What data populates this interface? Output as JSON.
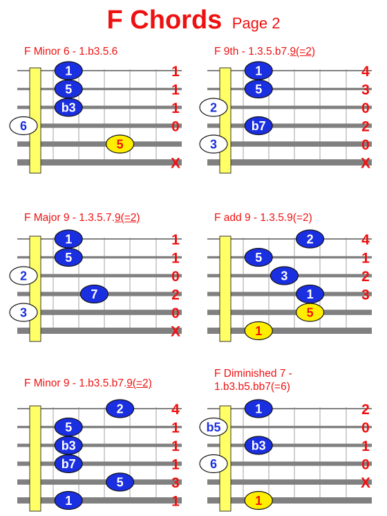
{
  "page": {
    "title": "F  Chords",
    "subtitle": "Page 2"
  },
  "colors": {
    "title": "#ee1111",
    "root_dot": "#1a2fe0",
    "fifth_dot": "#ffee00",
    "open_note": "#ffffff",
    "string": "#808080",
    "nut": "#ffff66"
  },
  "charts": [
    {
      "id": "f-minor-6",
      "label_lines": [
        [
          {
            "t": "F  Minor 6 - 1.b3.5.6"
          }
        ]
      ],
      "dots": [
        {
          "string": 1,
          "fret": 1,
          "label": "1",
          "kind": "root"
        },
        {
          "string": 2,
          "fret": 1,
          "label": "5",
          "kind": "root"
        },
        {
          "string": 3,
          "fret": 1,
          "label": "b3",
          "kind": "root"
        },
        {
          "string": 4,
          "fret": 0,
          "label": "6",
          "kind": "open"
        },
        {
          "string": 5,
          "fret": 3,
          "label": "5",
          "kind": "fifth"
        }
      ],
      "fingers": [
        "1",
        "1",
        "1",
        "0",
        "",
        "X"
      ]
    },
    {
      "id": "f-9th",
      "label_lines": [
        [
          {
            "t": "F  9th - 1.3.5.b7."
          },
          {
            "t": "9(=2)",
            "u": true
          }
        ]
      ],
      "dots": [
        {
          "string": 1,
          "fret": 1,
          "label": "1",
          "kind": "root"
        },
        {
          "string": 2,
          "fret": 1,
          "label": "5",
          "kind": "root"
        },
        {
          "string": 3,
          "fret": 0,
          "label": "2",
          "kind": "open"
        },
        {
          "string": 4,
          "fret": 1,
          "label": "b7",
          "kind": "root"
        },
        {
          "string": 5,
          "fret": 0,
          "label": "3",
          "kind": "open"
        }
      ],
      "fingers": [
        "4",
        "3",
        "0",
        "2",
        "0",
        "X"
      ]
    },
    {
      "id": "f-major-9",
      "label_lines": [
        [
          {
            "t": "F  Major 9 - 1.3.5.7."
          },
          {
            "t": "9(=2)",
            "u": true
          }
        ]
      ],
      "dots": [
        {
          "string": 1,
          "fret": 1,
          "label": "1",
          "kind": "root"
        },
        {
          "string": 2,
          "fret": 1,
          "label": "5",
          "kind": "root"
        },
        {
          "string": 3,
          "fret": 0,
          "label": "2",
          "kind": "open"
        },
        {
          "string": 4,
          "fret": 2,
          "label": "7",
          "kind": "root"
        },
        {
          "string": 5,
          "fret": 0,
          "label": "3",
          "kind": "open"
        }
      ],
      "fingers": [
        "1",
        "1",
        "0",
        "2",
        "0",
        "X"
      ]
    },
    {
      "id": "f-add-9",
      "label_lines": [
        [
          {
            "t": "F  add 9 - 1.3.5.9(=2)"
          }
        ]
      ],
      "dots": [
        {
          "string": 1,
          "fret": 3,
          "label": "2",
          "kind": "root"
        },
        {
          "string": 2,
          "fret": 1,
          "label": "5",
          "kind": "root"
        },
        {
          "string": 3,
          "fret": 2,
          "label": "3",
          "kind": "root"
        },
        {
          "string": 4,
          "fret": 3,
          "label": "1",
          "kind": "root"
        },
        {
          "string": 5,
          "fret": 3,
          "label": "5",
          "kind": "fifth"
        },
        {
          "string": 6,
          "fret": 1,
          "label": "1",
          "kind": "fifth"
        }
      ],
      "fingers": [
        "4",
        "1",
        "2",
        "3",
        "",
        ""
      ]
    },
    {
      "id": "f-minor-9",
      "label_lines": [
        [
          {
            "t": "F  Minor 9 - 1.b3.5.b7."
          },
          {
            "t": "9(=2)",
            "u": true
          }
        ]
      ],
      "dots": [
        {
          "string": 1,
          "fret": 3,
          "label": "2",
          "kind": "root"
        },
        {
          "string": 2,
          "fret": 1,
          "label": "5",
          "kind": "root"
        },
        {
          "string": 3,
          "fret": 1,
          "label": "b3",
          "kind": "root"
        },
        {
          "string": 4,
          "fret": 1,
          "label": "b7",
          "kind": "root"
        },
        {
          "string": 5,
          "fret": 3,
          "label": "5",
          "kind": "root"
        },
        {
          "string": 6,
          "fret": 1,
          "label": "1",
          "kind": "root"
        }
      ],
      "fingers": [
        "4",
        "1",
        "1",
        "1",
        "3",
        "1"
      ]
    },
    {
      "id": "f-diminished-7",
      "label_lines": [
        [
          {
            "t": "F  Diminished 7 -"
          }
        ],
        [
          {
            "t": "1.b3.b5.bb7(=6)"
          }
        ]
      ],
      "dots": [
        {
          "string": 1,
          "fret": 1,
          "label": "1",
          "kind": "root"
        },
        {
          "string": 2,
          "fret": 0,
          "label": "b5",
          "kind": "open"
        },
        {
          "string": 3,
          "fret": 1,
          "label": "b3",
          "kind": "root"
        },
        {
          "string": 4,
          "fret": 0,
          "label": "6",
          "kind": "open"
        },
        {
          "string": 6,
          "fret": 1,
          "label": "1",
          "kind": "fifth"
        }
      ],
      "fingers": [
        "2",
        "0",
        "1",
        "0",
        "X",
        ""
      ]
    }
  ]
}
